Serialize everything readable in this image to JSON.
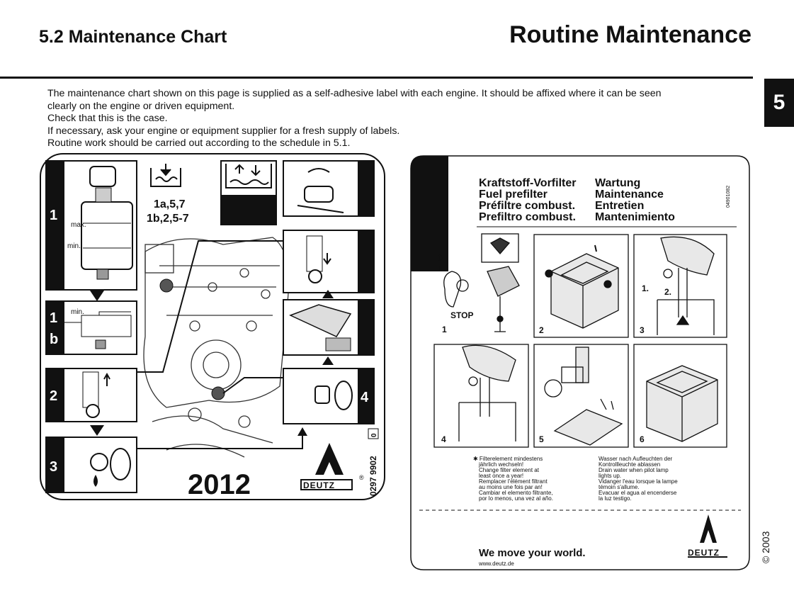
{
  "header": {
    "section_title": "5.2  Maintenance Chart",
    "page_title": "Routine Maintenance",
    "tab_number": "5"
  },
  "intro": {
    "lines": [
      "The maintenance chart shown on this page is supplied as a self-adhesive label with each engine. It should be affixed where it can be seen",
      "clearly on the engine or driven equipment.",
      "Check that this is the case.",
      "If necessary, ask your engine or equipment supplier for a fresh supply of labels.",
      "Routine work should be carried out according to the schedule in 5.1."
    ]
  },
  "left_label": {
    "steps": [
      "1",
      "1",
      "b",
      "2",
      "3",
      "4"
    ],
    "codes": [
      "1a,5,7",
      "1b,2,5-7"
    ],
    "gauge_marks": [
      "max.",
      "min.",
      "min."
    ],
    "model": "2012",
    "brand": "DEUTZ",
    "part_number": "0297 9902",
    "registered": "®",
    "checkbox_mark": "0"
  },
  "right_label": {
    "titles_left": [
      "Kraftstoff-Vorfilter",
      "Fuel prefilter",
      "Préfiltre combust.",
      "Prefiltro combust."
    ],
    "titles_right": [
      "Wartung",
      "Maintenance",
      "Entretien",
      "Mantenimiento"
    ],
    "side_code": "04901082",
    "panels": [
      {
        "num": "1",
        "extra": "STOP"
      },
      {
        "num": "2",
        "extra": ""
      },
      {
        "num": "3",
        "extra": ""
      },
      {
        "num": "4",
        "extra": ""
      },
      {
        "num": "5",
        "extra": ""
      },
      {
        "num": "6",
        "extra": ""
      }
    ],
    "panel3_steps": [
      "1.",
      "2."
    ],
    "panel1_marks": [
      "0",
      "I"
    ],
    "note_left": [
      "✱ Filterelement mindestens",
      "jährlich wechseln!",
      "Change filter element at",
      "least once a year!",
      "Remplacer l'élément filtrant",
      "au moins une fois par an!",
      "Cambiar el elemento filtrante,",
      "por lo menos, una vez al año."
    ],
    "note_right": [
      "Wasser nach Aufleuchten der",
      "Kontrollleuchte ablassen",
      "Drain water when pilot lamp",
      "lights up.",
      "Vidanger l'eau lorsque la lampe",
      "témoin s'allume.",
      "Evacuar el agua al encenderse",
      "la luz testigo."
    ],
    "slogan": "We move your world.",
    "website": "www.deutz.de",
    "brand": "DEUTZ"
  },
  "footer": {
    "copyright": "© 2003"
  }
}
